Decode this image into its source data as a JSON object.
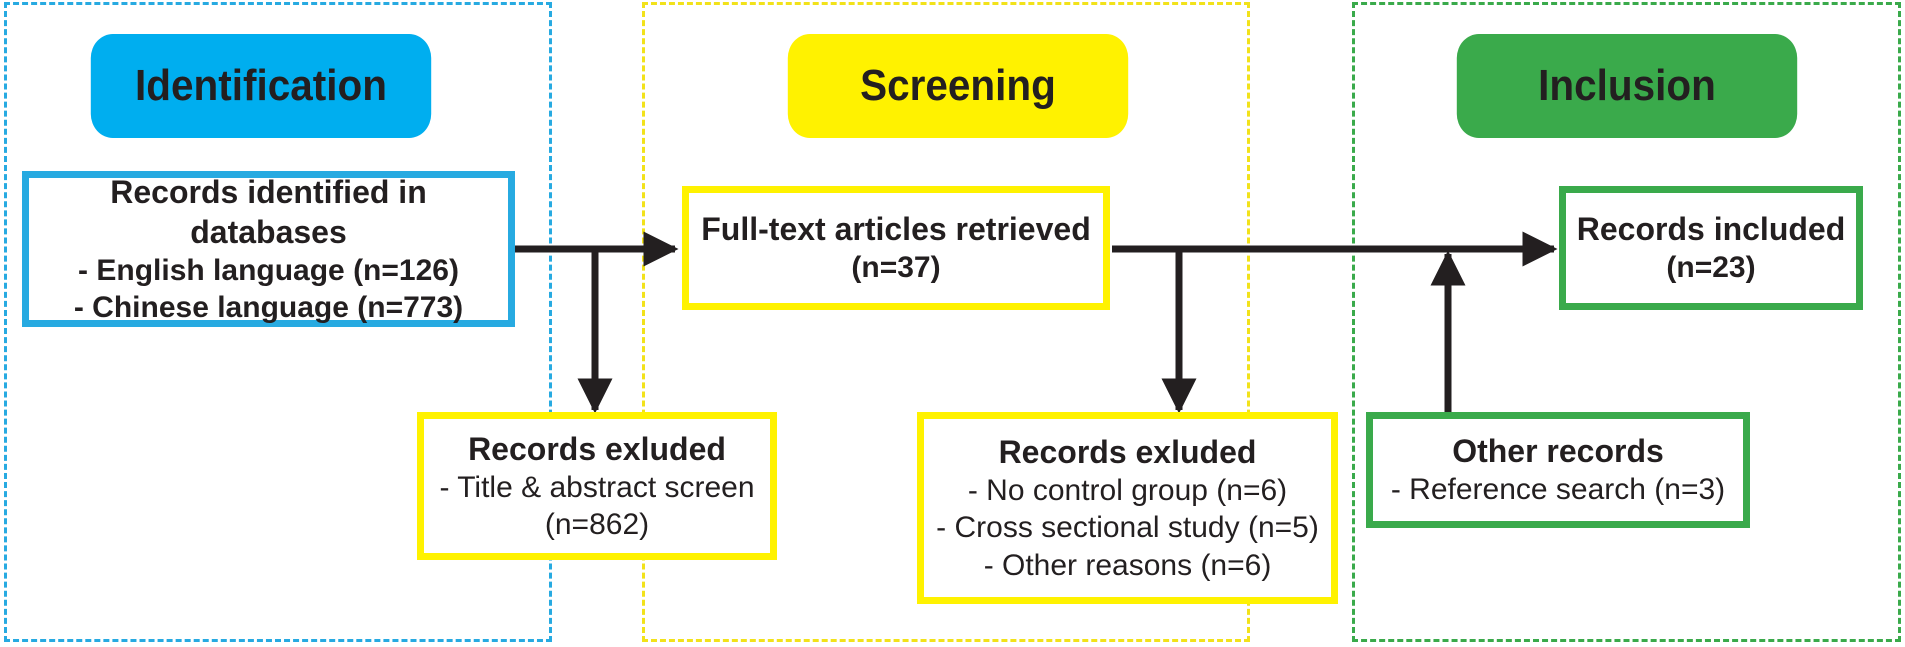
{
  "phases": [
    {
      "label": "Identification",
      "color": "#00aeef"
    },
    {
      "label": "Screening",
      "color": "#fff200"
    },
    {
      "label": "Inclusion",
      "color": "#3aaa4b"
    }
  ],
  "boxes": {
    "identified": {
      "title": "Records identified in databases",
      "lines": [
        "- English language (n=126)",
        "- Chinese language (n=773)"
      ]
    },
    "excluded_title": {
      "title": "Records exluded",
      "lines": [
        "- Title & abstract screen",
        "(n=862)"
      ]
    },
    "fulltext": {
      "title": "Full-text articles retrieved",
      "lines": [
        "(n=37)"
      ]
    },
    "excluded_fulltext": {
      "title": "Records exluded",
      "lines": [
        "- No control group (n=6)",
        "- Cross sectional study (n=5)",
        "- Other reasons (n=6)"
      ]
    },
    "included": {
      "title": "Records included",
      "lines": [
        "(n=23)"
      ]
    },
    "other": {
      "title": "Other records",
      "lines": [
        "- Reference search (n=3)"
      ]
    }
  },
  "colors": {
    "arrow": "#231f20",
    "blue": "#27aae1",
    "yellow": "#fff200",
    "green": "#3aaa4b"
  }
}
